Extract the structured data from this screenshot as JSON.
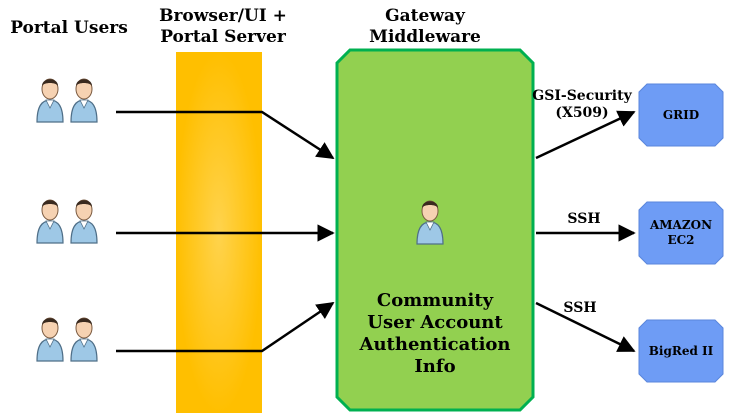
{
  "headers": {
    "portal_users": "Portal Users",
    "browser": "Browser/UI +\nPortal Server",
    "gateway": "Gateway\nMiddleware"
  },
  "middleware_text": "Community\nUser Account\nAuthentication\nInfo",
  "targets": {
    "grid": "GRID",
    "amazon": "AMAZON\nEC2",
    "bigred": "BigRed II"
  },
  "edges": {
    "gsi": "GSI-Security\n(X509)",
    "ssh1": "SSH",
    "ssh2": "SSH"
  },
  "colors": {
    "portal_bar": "#ffc000",
    "middleware_fill": "#92d050",
    "middleware_border": "#00b050",
    "target_fill": "#6e9cf5",
    "user_fill": "#9ec8e6"
  }
}
